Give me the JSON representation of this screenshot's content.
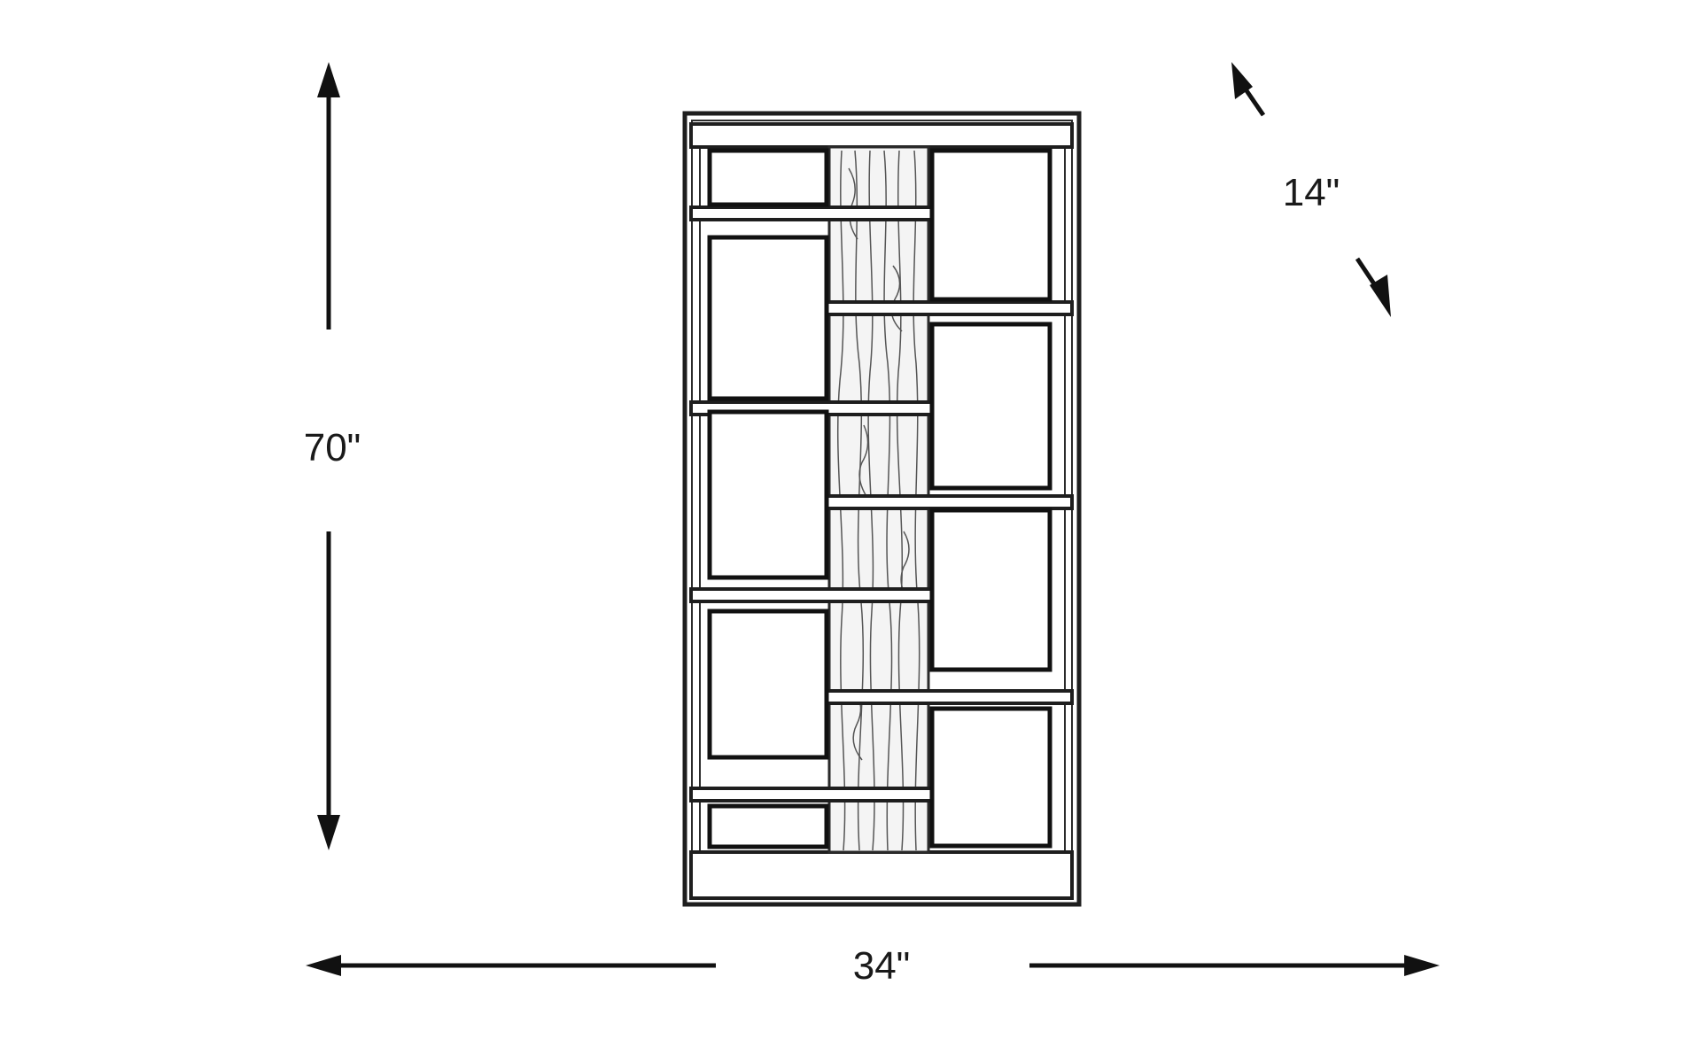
{
  "dimensions": {
    "height_label": "70\"",
    "width_label": "34\"",
    "depth_label": "14\""
  },
  "colors": {
    "background": "#ffffff",
    "line": "#1e1e1e"
  },
  "icons": {
    "arrow": "arrow-head"
  }
}
